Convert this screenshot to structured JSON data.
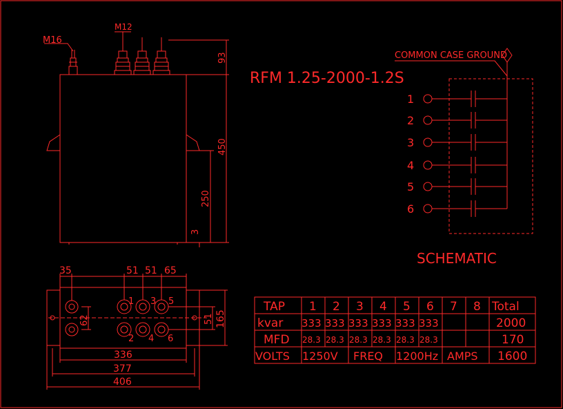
{
  "model": "RFM 1.25-2000-1.2S",
  "schematic": {
    "title": "SCHEMATIC",
    "ground_label": "COMMON CASE GROUND",
    "taps": [
      "1",
      "2",
      "3",
      "4",
      "5",
      "6"
    ]
  },
  "front_view": {
    "thread_large": "M16",
    "thread_small": "M12",
    "dim_top": "93",
    "dim_height": "450",
    "dim_mount": "250",
    "dim_base": "3"
  },
  "top_view": {
    "dim_35": "35",
    "dim_51a": "51",
    "dim_51b": "51",
    "dim_65": "65",
    "dim_62": "62",
    "dim_51c": "51",
    "dim_165": "165",
    "dim_336": "336",
    "dim_377": "377",
    "dim_406": "406",
    "terminal_labels": [
      "1",
      "2",
      "3",
      "4",
      "5",
      "6"
    ]
  },
  "table": {
    "header": [
      "TAP",
      "1",
      "2",
      "3",
      "4",
      "5",
      "6",
      "7",
      "8",
      "Total"
    ],
    "kvar": [
      "kvar",
      "333",
      "333",
      "333",
      "333",
      "333",
      "333",
      "",
      "",
      "2000"
    ],
    "mfd": [
      "MFD",
      "28.3",
      "28.3",
      "28.3",
      "28.3",
      "28.3",
      "28.3",
      "",
      "",
      "170"
    ],
    "volts_label": "VOLTS",
    "volts_value": "1250V",
    "freq_label": "FREQ",
    "freq_value": "1200Hz",
    "amps_label": "AMPS",
    "amps_value": "1600"
  },
  "colors": {
    "line": "#ff2a2a",
    "background": "#000000"
  }
}
